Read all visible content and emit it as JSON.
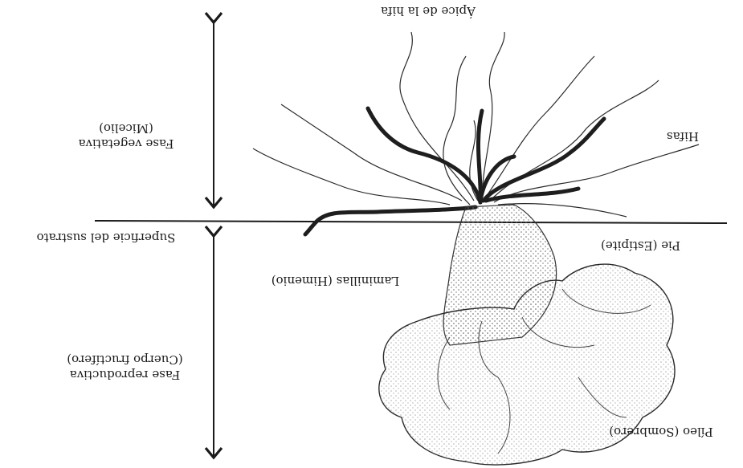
{
  "labels": {
    "apex": "Ápice de la hifa",
    "hyphae": "Hifas",
    "vegetative_line1": "Fase vegetativa",
    "vegetative_line2": "(Micelio)",
    "substrate": "Superficie del sustrato",
    "stipe": "Pie (Estípite)",
    "gills": "Laminillas (Himenio)",
    "reproductive_line1": "Fase reproductiva",
    "reproductive_line2": "(Cuerpo fructífero)",
    "cap": "Píleo (Sombrero)"
  },
  "colors": {
    "ink": "#1a1a1a",
    "stipple": "#6a6a6a",
    "background": "#ffffff"
  }
}
